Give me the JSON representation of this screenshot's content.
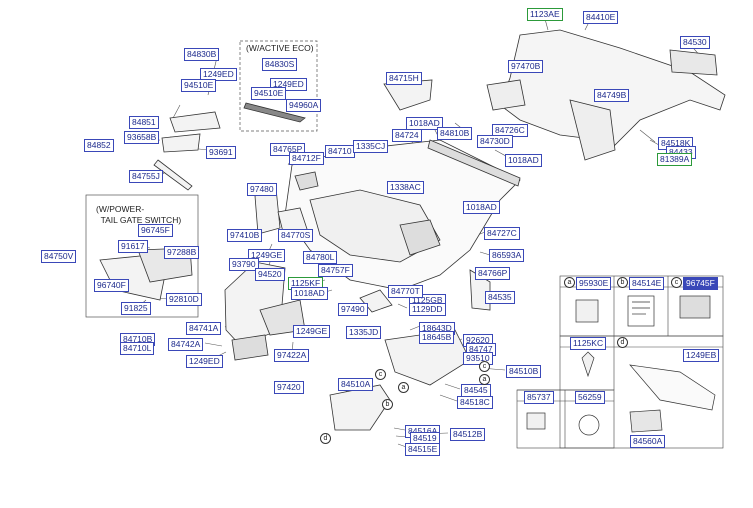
{
  "variants": {
    "active_eco": "(W/ACTIVE ECO)",
    "power_tailgate": "(W/POWER-\n  TAIL GATE SWITCH)"
  },
  "parts": {
    "p1123ae": "1123AE",
    "p84410e": "84410E",
    "p84530": "84530",
    "p97470b": "97470B",
    "p84749b": "84749B",
    "p84518k": "84518K",
    "p84433": "84433",
    "p81389a": "81389A",
    "p84830b": "84830B",
    "p1249ed_a": "1249ED",
    "p94510e_a": "94510E",
    "p84830s": "84830S",
    "p1249ed_b": "1249ED",
    "p94510e_b": "94510E",
    "p94960a": "94960A",
    "p84715h": "84715H",
    "p1018ad_a": "1018AD",
    "p84724": "84724",
    "p84810b": "84810B",
    "p84726c": "84726C",
    "p84730d": "84730D",
    "p1018ad_b": "1018AD",
    "p84851": "84851",
    "p84852": "84852",
    "p93658b": "93658B",
    "p93691": "93691",
    "p84755j": "84755J",
    "p84765p": "84765P",
    "p84712f": "84712F",
    "p84710": "84710",
    "p1335cj_a": "1335CJ",
    "p1338ac": "1338AC",
    "p97480": "97480",
    "p1018ad_c": "1018AD",
    "p84727c": "84727C",
    "p86593a": "86593A",
    "p84770s": "84770S",
    "p97410b": "97410B",
    "p1249ge_a": "1249GE",
    "p93790": "93790",
    "p94520": "94520",
    "p84780l": "84780L",
    "p84757f": "84757F",
    "p84766p": "84766P",
    "p84535": "84535",
    "p1125kf": "1125KF",
    "p1018ad_d": "1018AD",
    "p97490": "97490",
    "p1125gb": "1125GB",
    "p1129dd": "1129DD",
    "p84770t": "84770T",
    "p96745f": "96745F",
    "p91617": "91617",
    "p97288b": "97288B",
    "p84750v": "84750V",
    "p96740f": "96740F",
    "p92810d": "92810D",
    "p91825": "91825",
    "p84741a": "84741A",
    "p84710b": "84710B",
    "p84710l": "84710L",
    "p84742a": "84742A",
    "p1249ed_c": "1249ED",
    "p1249ge_b": "1249GE",
    "p97422a": "97422A",
    "p97420": "97420",
    "p1335jd": "1335JD",
    "p18643d": "18643D",
    "p18645b": "18645B",
    "p92620": "92620",
    "p84747": "84747",
    "p93510": "93510",
    "p84510b": "84510B",
    "p84545": "84545",
    "p84518c": "84518C",
    "p84510a": "84510A",
    "p84516a": "84516A",
    "p84519": "84519",
    "p84512b": "84512B",
    "p84515e": "84515E"
  },
  "legend_table": {
    "cells": [
      {
        "mark": "a",
        "code": "95930E"
      },
      {
        "mark": "b",
        "code": "84514E"
      },
      {
        "mark": "c",
        "code": "96745F"
      },
      {
        "mark": "",
        "code": "1125KC"
      },
      {
        "mark": "d",
        "code": "1249EB"
      },
      {
        "mark": "",
        "code": "84560A"
      },
      {
        "mark": "",
        "code": "85737"
      },
      {
        "mark": "",
        "code": "56259"
      }
    ]
  },
  "callout_letters": [
    "a",
    "b",
    "c",
    "d"
  ]
}
